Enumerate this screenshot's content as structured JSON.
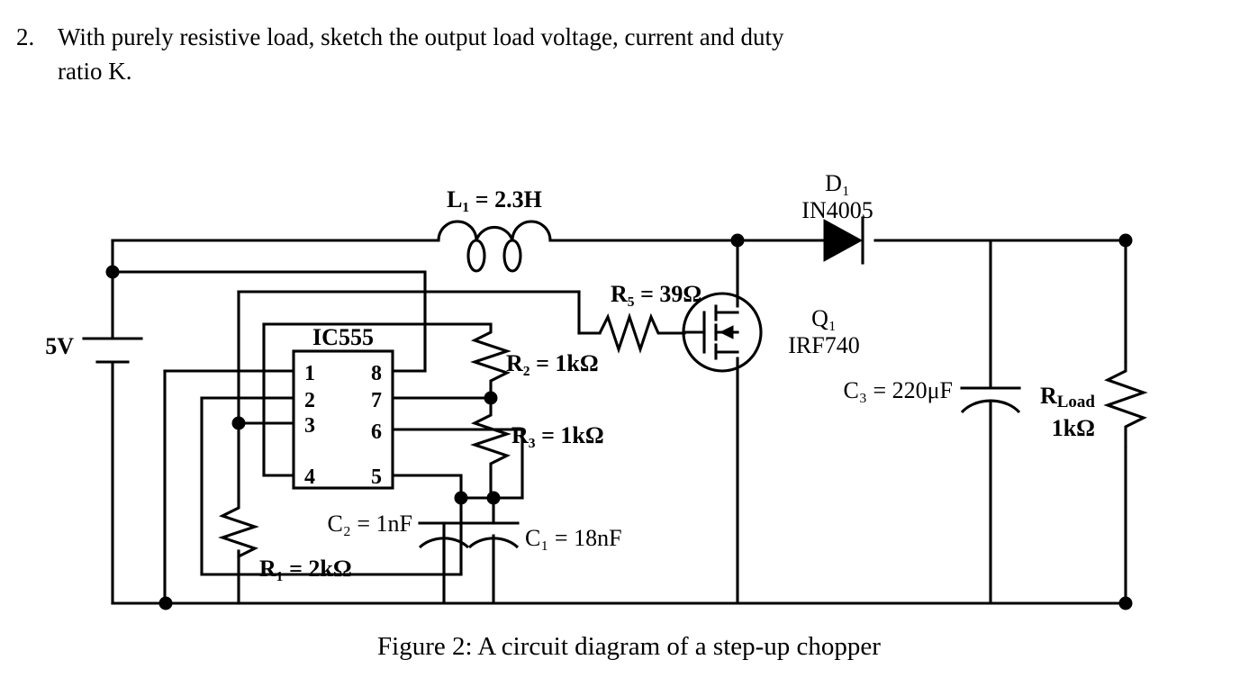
{
  "question": {
    "number": "2.",
    "line1": "With purely resistive load, sketch the output load voltage, current and duty",
    "line2": "ratio K."
  },
  "figure": {
    "caption": "Figure 2: A circuit diagram of a step-up chopper",
    "title_ic": "IC555"
  },
  "labels": {
    "source": "5V",
    "inductor": "L₁ = 2.3H",
    "diode_ref": "D₁",
    "diode_part": "IN4005",
    "mosfet_ref": "Q₁",
    "mosfet_part": "IRF740",
    "r5": "R₅ = 39Ω",
    "r2": "R₂ = 1kΩ",
    "r3": "R₃ = 1kΩ",
    "r1": "R₁ = 2kΩ",
    "c1": "C₁ = 18nF",
    "c2": "C₂ = 1nF",
    "c3": "C₃ = 220μF",
    "rload_ref": "R",
    "rload_sub": "Load",
    "rload_value": "1kΩ"
  },
  "ic_pins": {
    "left": [
      "1",
      "2",
      "3",
      "4"
    ],
    "right": [
      "8",
      "7",
      "6",
      "5"
    ]
  },
  "components": [
    {
      "name": "voltage-source",
      "type": "battery",
      "ref": "5V",
      "value": "5V"
    },
    {
      "name": "inductor-l1",
      "type": "inductor",
      "ref": "L₁",
      "value": "2.3H"
    },
    {
      "name": "diode-d1",
      "type": "diode",
      "ref": "D₁",
      "value": "IN4005"
    },
    {
      "name": "mosfet-q1",
      "type": "mosfet",
      "ref": "Q₁",
      "value": "IRF740"
    },
    {
      "name": "resistor-r5",
      "type": "resistor",
      "ref": "R₅",
      "value": "39Ω"
    },
    {
      "name": "resistor-r2",
      "type": "resistor",
      "ref": "R₂",
      "value": "1kΩ"
    },
    {
      "name": "resistor-r3",
      "type": "resistor",
      "ref": "R₃",
      "value": "1kΩ"
    },
    {
      "name": "resistor-r1",
      "type": "resistor",
      "ref": "R₁",
      "value": "2kΩ"
    },
    {
      "name": "resistor-rload",
      "type": "resistor",
      "ref": "R_Load",
      "value": "1kΩ"
    },
    {
      "name": "capacitor-c1",
      "type": "capacitor-polarized",
      "ref": "C₁",
      "value": "18nF"
    },
    {
      "name": "capacitor-c2",
      "type": "capacitor-polarized",
      "ref": "C₂",
      "value": "1nF"
    },
    {
      "name": "capacitor-c3",
      "type": "capacitor-polarized",
      "ref": "C₃",
      "value": "220μF"
    },
    {
      "name": "ic-555",
      "type": "integrated-circuit",
      "ref": "IC555",
      "value": "IC555"
    }
  ],
  "colors": {
    "ink": "#000000",
    "paper": "#ffffff"
  }
}
